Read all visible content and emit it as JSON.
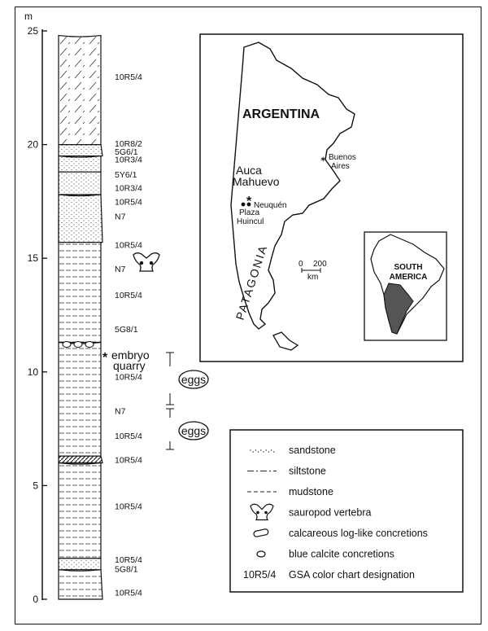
{
  "axis": {
    "unit": "m",
    "ticks": [
      {
        "value": 0,
        "label": "0"
      },
      {
        "value": 5,
        "label": "5"
      },
      {
        "value": 10,
        "label": "10"
      },
      {
        "value": 15,
        "label": "15"
      },
      {
        "value": 20,
        "label": "20"
      },
      {
        "value": 25,
        "label": "25"
      }
    ],
    "range": [
      0,
      25
    ]
  },
  "column": {
    "layers": [
      {
        "bottom": 0.0,
        "top": 1.3,
        "lithology": "mudstone"
      },
      {
        "bottom": 1.3,
        "top": 1.8,
        "lithology": "sandstone"
      },
      {
        "bottom": 1.8,
        "top": 6.0,
        "lithology": "mudstone"
      },
      {
        "bottom": 6.0,
        "top": 6.3,
        "lithology": "siltstone"
      },
      {
        "bottom": 6.3,
        "top": 11.3,
        "lithology": "mudstone"
      },
      {
        "bottom": 11.3,
        "top": 16.8,
        "lithology": "mudstone"
      },
      {
        "bottom": 15.7,
        "top": 17.8,
        "lithology": "sandstone"
      },
      {
        "bottom": 17.8,
        "top": 18.8,
        "lithology": "sandstone"
      },
      {
        "bottom": 18.8,
        "top": 19.5,
        "lithology": "sandstone"
      },
      {
        "bottom": 19.5,
        "top": 20.0,
        "lithology": "sandstone"
      },
      {
        "bottom": 20.0,
        "top": 24.8,
        "lithology": "siltstone"
      }
    ],
    "color_labels": [
      {
        "depth": 23.0,
        "text": "10R5/4"
      },
      {
        "depth": 20.05,
        "text": "10R8/2"
      },
      {
        "depth": 19.7,
        "text": "5G6/1"
      },
      {
        "depth": 19.35,
        "text": "10R3/4"
      },
      {
        "depth": 18.7,
        "text": "5Y6/1"
      },
      {
        "depth": 18.1,
        "text": "10R3/4"
      },
      {
        "depth": 17.5,
        "text": "10R5/4"
      },
      {
        "depth": 16.85,
        "text": "N7"
      },
      {
        "depth": 15.6,
        "text": "10R5/4"
      },
      {
        "depth": 14.55,
        "text": "N7"
      },
      {
        "depth": 13.4,
        "text": "10R5/4"
      },
      {
        "depth": 11.9,
        "text": "5G8/1"
      },
      {
        "depth": 9.8,
        "text": "10R5/4"
      },
      {
        "depth": 8.3,
        "text": "N7"
      },
      {
        "depth": 7.2,
        "text": "10R5/4"
      },
      {
        "depth": 6.15,
        "text": "10R5/4"
      },
      {
        "depth": 4.1,
        "text": "10R5/4"
      },
      {
        "depth": 1.75,
        "text": "10R5/4"
      },
      {
        "depth": 1.35,
        "text": "5G8/1"
      },
      {
        "depth": 0.3,
        "text": "10R5/4"
      }
    ],
    "embryo_label_line1": "embryo",
    "embryo_label_line2": "quarry",
    "eggs_label": "eggs"
  },
  "map": {
    "country": "ARGENTINA",
    "region": "PATAGONIA",
    "locality_line1": "Auca",
    "locality_line2": "Mahuevo",
    "city1": "Neuquén",
    "city2_line1": "Plaza",
    "city2_line2": "Huincul",
    "city3_line1": "Buenos",
    "city3_line2": "Aires",
    "scale_0": "0",
    "scale_200": "200",
    "scale_unit": "km",
    "inset_line1": "SOUTH",
    "inset_line2": "AMERICA"
  },
  "legend": {
    "items": [
      {
        "symbol": "sandstone",
        "label": "sandstone"
      },
      {
        "symbol": "siltstone",
        "label": "siltstone"
      },
      {
        "symbol": "mudstone",
        "label": "mudstone"
      },
      {
        "symbol": "vertebra",
        "label": "sauropod vertebra"
      },
      {
        "symbol": "log",
        "label": "calcareous log-like concretions"
      },
      {
        "symbol": "oval",
        "label": "blue calcite concretions"
      },
      {
        "symbol": "code",
        "code": "10R5/4",
        "label": "GSA color chart designation"
      }
    ]
  }
}
